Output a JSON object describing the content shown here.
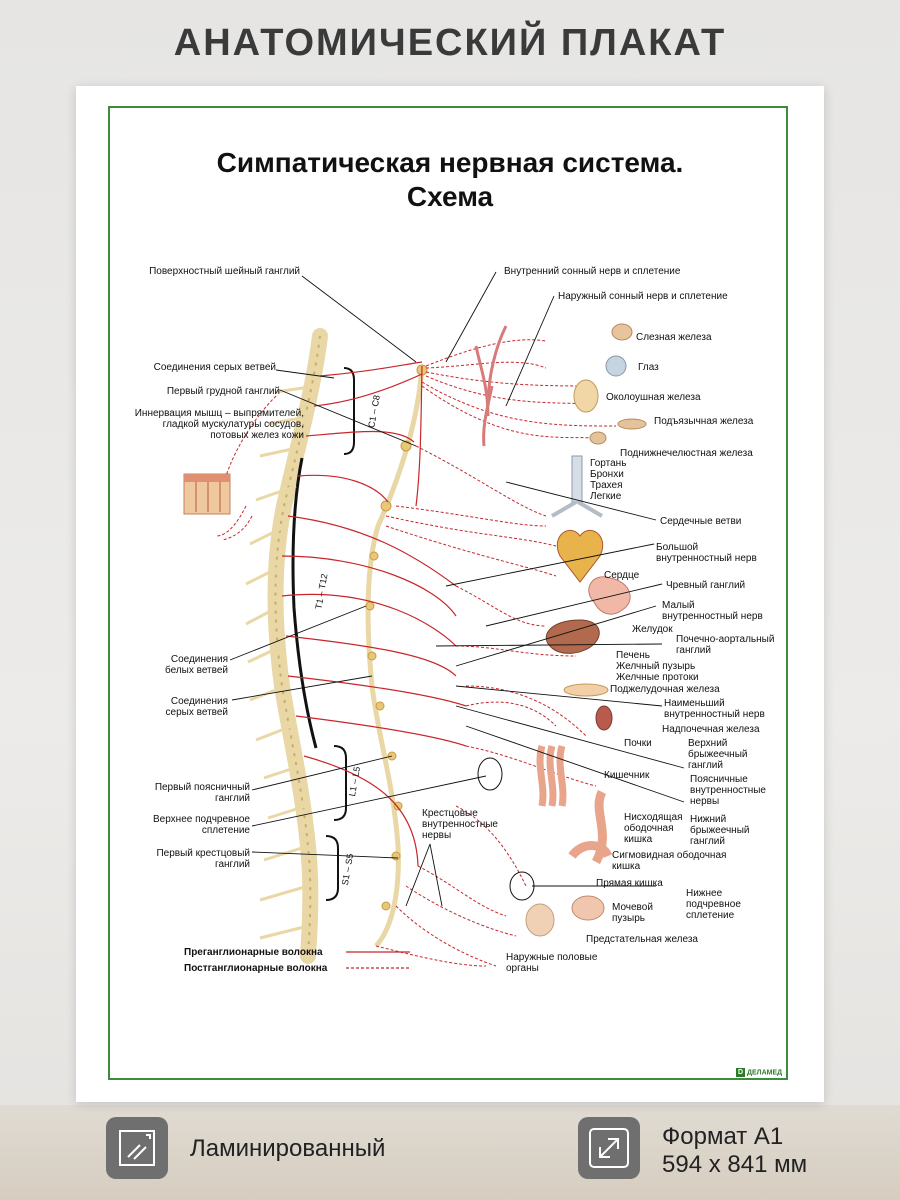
{
  "banner": "АНАТОМИЧЕСКИЙ ПЛАКАТ",
  "poster": {
    "title_line1": "Симпатическая нервная система.",
    "title_line2": "Схема",
    "labels_left": {
      "l1": "Поверхностный шейный ганглий",
      "l2": "Соединения серых ветвей",
      "l3": "Первый грудной ганглий",
      "l4a": "Иннервация  мышц – выпрямителей,",
      "l4b": "гладкой мускулатуры сосудов,",
      "l4c": "потовых желез кожи",
      "l5a": "Соединения",
      "l5b": "белых ветвей",
      "l6a": "Соединения",
      "l6b": "серых ветвей",
      "l7a": "Первый поясничный",
      "l7b": "ганглий",
      "l8a": "Верхнее подчревное",
      "l8b": "сплетение",
      "l9a": "Первый крестцовый",
      "l9b": "ганглий"
    },
    "labels_right": {
      "r1": "Внутренний сонный нерв и сплетение",
      "r2": "Наружный сонный нерв и сплетение",
      "r3": "Слезная железа",
      "r4": "Глаз",
      "r5": "Околоушная железа",
      "r6": "Подъязычная железа",
      "r7": "Поднижнечелюстная железа",
      "r8a": "Гортань",
      "r8b": "Бронхи",
      "r8c": "Трахея",
      "r8d": "Легкие",
      "r9": "Сердечные ветви",
      "r10a": "Большой",
      "r10b": "внутренностный нерв",
      "r11": "Сердце",
      "r12": "Чревный ганглий",
      "r13a": "Малый",
      "r13b": "внутренностный нерв",
      "r14": "Желудок",
      "r15a": "Почечно-аортальный",
      "r15b": "ганглий",
      "r16a": "Печень",
      "r16b": "Желчный пузырь",
      "r16c": "Желчные протоки",
      "r17": "Поджелудочная железа",
      "r18a": "Наименьший",
      "r18b": "внутренностный нерв",
      "r19": "Надпочечная железа",
      "r20": "Почки",
      "r21a": "Верхний",
      "r21b": "брыжеечный",
      "r21c": "ганглий",
      "r22": "Кишечник",
      "r23a": "Поясничные",
      "r23b": "внутренностные",
      "r23c": "нервы",
      "r24a": "Нисходящая",
      "r24b": "ободочная",
      "r24c": "кишка",
      "r25a": "Нижний",
      "r25b": "брыжеечный",
      "r25c": "ганглий",
      "r26a": "Сигмовидная ободочная",
      "r26b": "кишка",
      "r27": "Прямая кишка",
      "r28a": "Нижнее",
      "r28b": "подчревное",
      "r28c": "сплетение",
      "r29a": "Мочевой",
      "r29b": "пузырь",
      "r30": "Предстательная железа",
      "r31a": "Наружные половые",
      "r31b": "органы",
      "r32a": "Крестцовые",
      "r32b": "внутренностные",
      "r32c": "нервы"
    },
    "segments": {
      "cervical": "C1 – C8",
      "thoracic": "T1 – T12",
      "lumbar": "L1 – L5",
      "sacral": "S1 – S5"
    },
    "legend": {
      "pre": "Преганглионарные волокна",
      "post": "Постганглионарные волокна"
    },
    "logo": "ДЕЛАМЕД"
  },
  "features": {
    "laminated": "Ламинированный",
    "format_line1": "Формат А1",
    "format_line2": "594 x 841 мм"
  },
  "colors": {
    "frame": "#3d8b3d",
    "nerve_red": "#c8262b",
    "nerve_cream": "#e9d7a6",
    "icon_bg": "#6f6f6f"
  }
}
